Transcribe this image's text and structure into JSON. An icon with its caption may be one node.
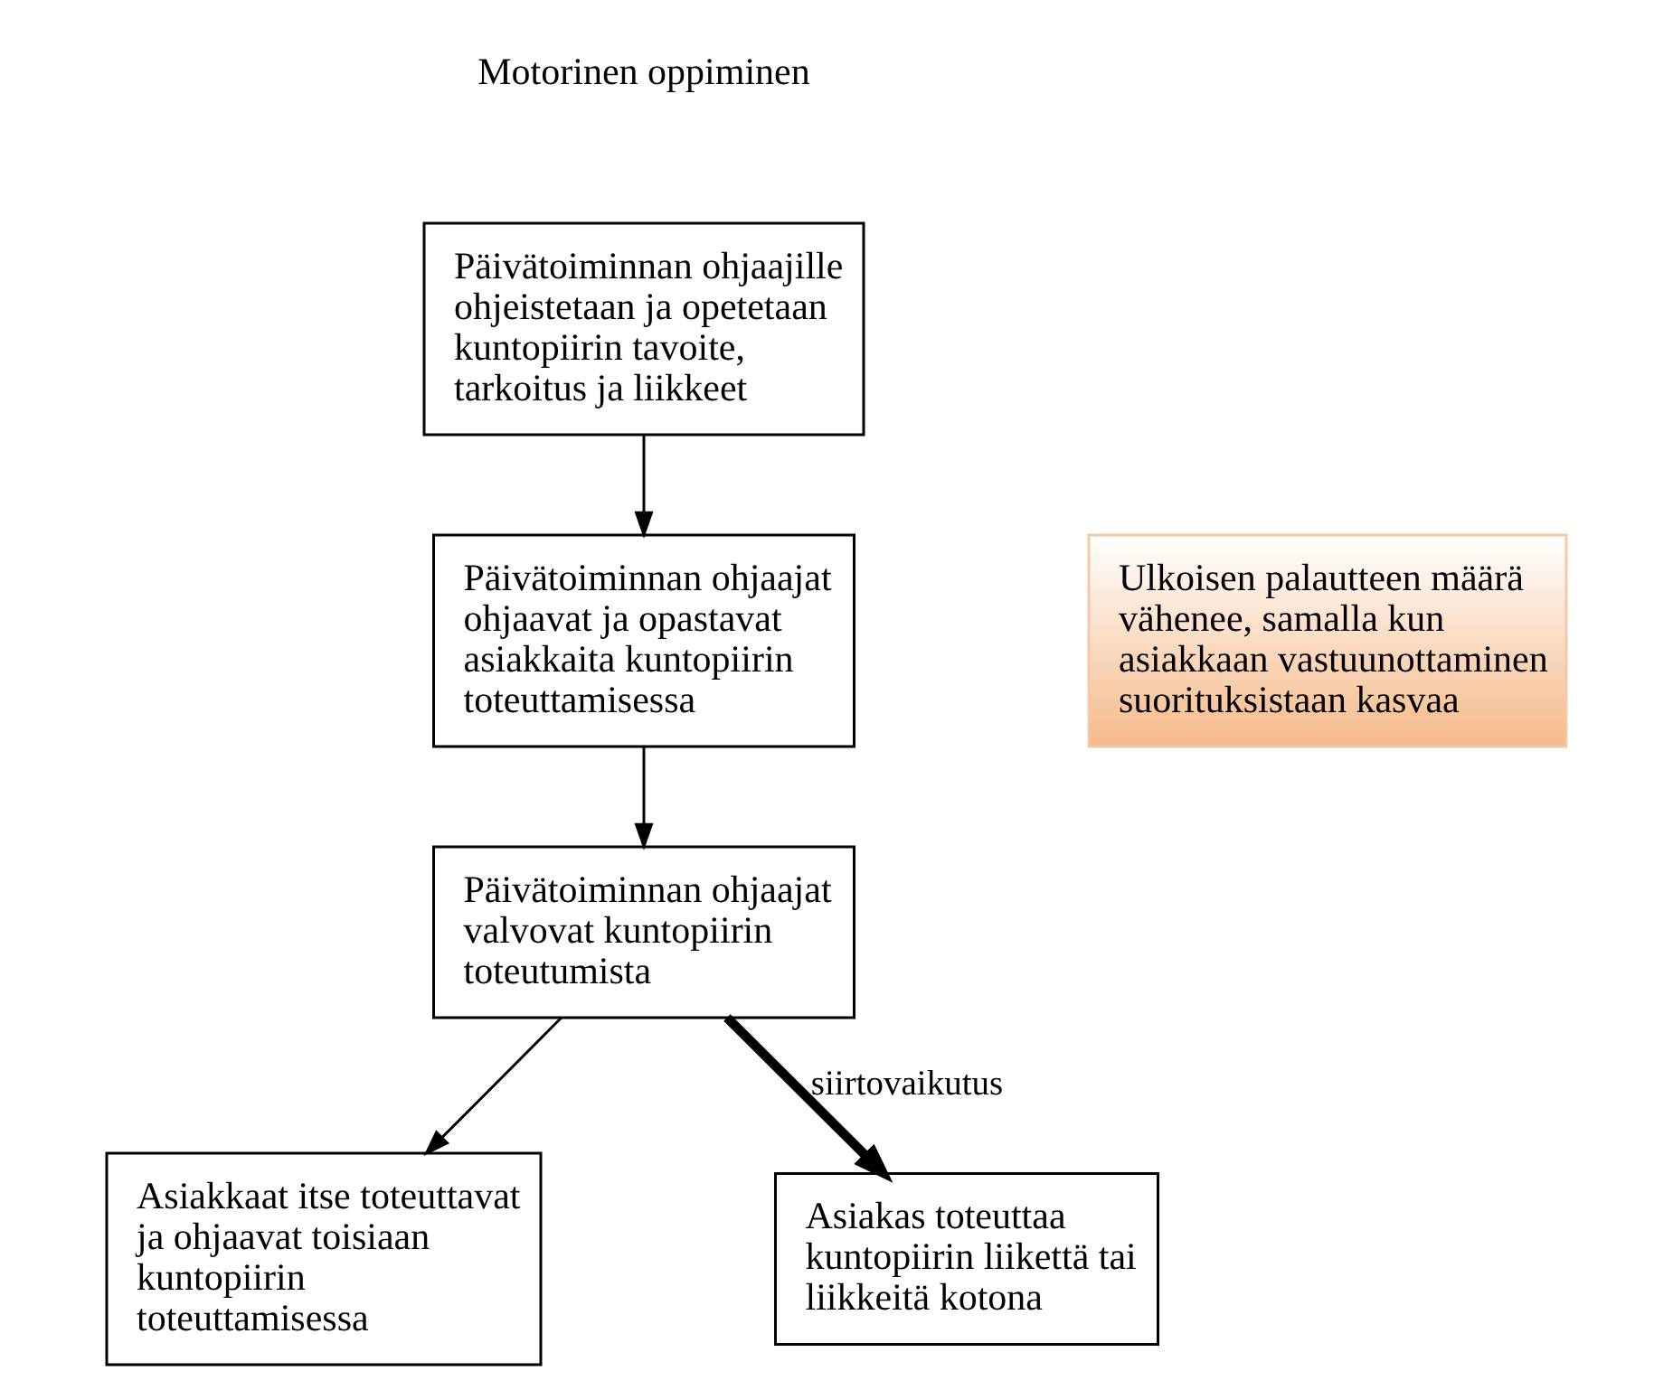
{
  "diagram": {
    "nodes": [
      {
        "text": [
          "Päivätoiminnan ohjaajille ohjeistetaan ja opetetaan kuntopiirin tavoite, tarkoitus ja liikkeet"
        ]
      },
      {
        "text": [
          "Päivätoiminnan ohjaajat ohjaavat ja opastavat asiakkaita kuntopiirin toteuttamisessa"
        ]
      },
      {
        "text": [
          "Päivätoiminnan ohjaajat valvovat kuntopiirin toteutumista"
        ]
      },
      {
        "text": [
          "Asiakkaat itse toteuttavat ja ohjaavat toisiaan kuntopiirin toteuttamisessa"
        ]
      },
      {
        "text": [
          "Ulkoisen palautteen määrä vähenee, samalla kun asiakkaan vastuunottaminen suorituksistaan kasvaa"
        ]
      },
      {
        "text": [
          "Asiakas toteuttaa kuntopiirin liikettä tai liikkeitä kotona"
        ]
      }
    ],
    "edges": [
      {
        "from": 0,
        "to": 1,
        "arrow": "to"
      },
      {
        "from": 1,
        "to": 2,
        "arrow": "to"
      },
      {
        "from": 2,
        "to": 3,
        "arrow": "to"
      },
      {
        "from": 2,
        "to": 5,
        "arrow": "to",
        "label": "siirtovaikutus",
        "style": "thick"
      }
    ],
    "labels": [
      "Motorinen oppiminen"
    ]
  }
}
